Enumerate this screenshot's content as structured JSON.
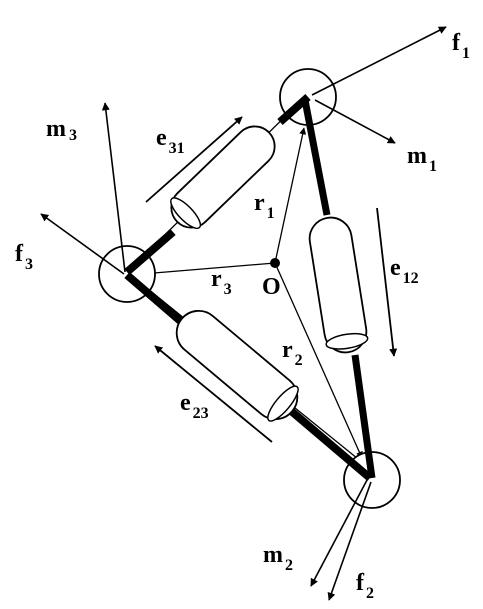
{
  "diagram": {
    "labels": {
      "f1": {
        "main": "f",
        "sub": "1"
      },
      "m1": {
        "main": "m",
        "sub": "1"
      },
      "m3": {
        "main": "m",
        "sub": "3"
      },
      "f3": {
        "main": "f",
        "sub": "3"
      },
      "e31": {
        "main": "e",
        "sub": "31"
      },
      "e12": {
        "main": "e",
        "sub": "12"
      },
      "e23": {
        "main": "e",
        "sub": "23"
      },
      "r1": {
        "main": "r",
        "sub": "1"
      },
      "r2": {
        "main": "r",
        "sub": "2"
      },
      "r3": {
        "main": "r",
        "sub": "3"
      },
      "origin": "O",
      "m2": {
        "main": "m",
        "sub": "2"
      },
      "f2": {
        "main": "f",
        "sub": "2"
      }
    },
    "colors": {
      "ink": "#000000",
      "background": "#ffffff"
    }
  }
}
